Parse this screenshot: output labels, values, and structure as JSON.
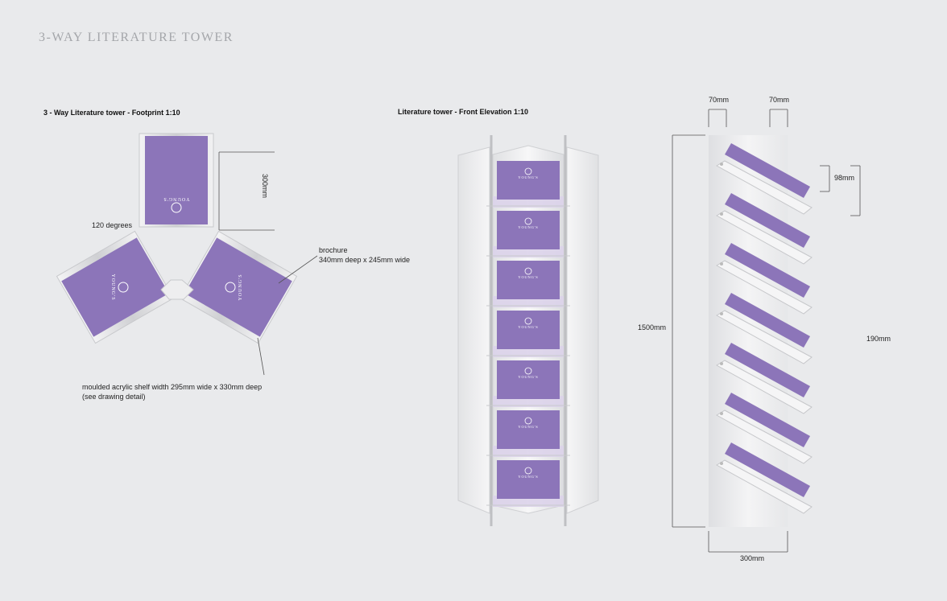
{
  "page_title": "3-WAY LITERATURE TOWER",
  "footprint": {
    "heading": "3 - Way Literature tower - Footprint 1:10",
    "dim_300": "300mm",
    "angle_label": "120 degrees",
    "brochure_label_1": "brochure",
    "brochure_label_2": "340mm deep x 245mm wide",
    "shelf_label_1": "moulded acrylic shelf width 295mm wide x 330mm deep",
    "shelf_label_2": "(see drawing detail)",
    "brochure_logo": "YOUNG'S",
    "brochure_color": "#8c75b9"
  },
  "front_elevation": {
    "heading": "Literature tower - Front Elevation 1:10",
    "brochure_count": 7,
    "brochure_logo": "YOUNG'S"
  },
  "side_elevation": {
    "dim_top_left": "70mm",
    "dim_top_right": "70mm",
    "dim_height": "1500mm",
    "dim_shelf": "98mm",
    "dim_spacing": "190mm",
    "dim_base": "300mm",
    "shelf_count": 7
  }
}
